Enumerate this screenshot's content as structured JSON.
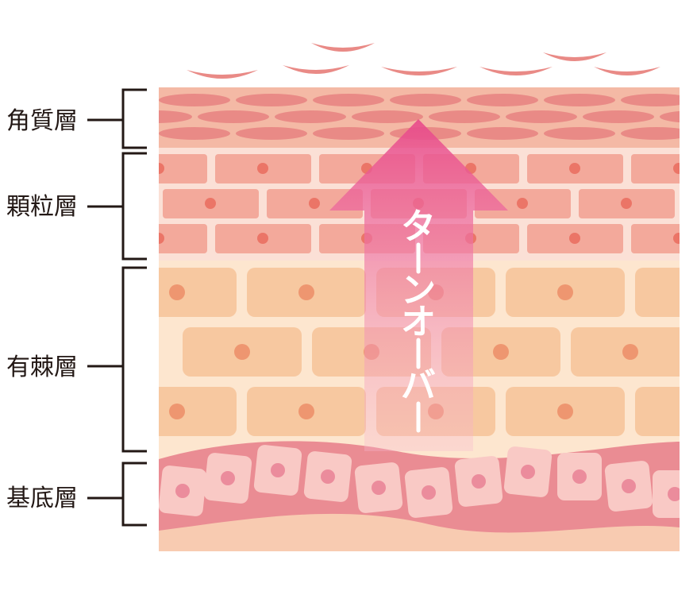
{
  "labels": {
    "stratum_corneum": "角質層",
    "stratum_granulosum": "顆粒層",
    "stratum_spinosum": "有棘層",
    "stratum_basale": "基底層"
  },
  "arrow": {
    "text": "ターンオーバー",
    "color_top": "#e8498a",
    "color_bottom": "#f7b8cf"
  },
  "colors": {
    "corneum_bg": "#f4b9a5",
    "corneum_flake": "#e98a86",
    "granular_bg": "#fbe0d6",
    "granular_cell": "#f3a99b",
    "granular_nucleus": "#eb7567",
    "spinous_bg": "#fde6cf",
    "spinous_cell": "#f7c8a0",
    "spinous_nucleus": "#ee9670",
    "basal_band": "#ea8c93",
    "basal_cell": "#f9c9c5",
    "basal_nucleus": "#eb8c9c",
    "dermis": "#f8cbb1",
    "bracket": "#231815"
  }
}
